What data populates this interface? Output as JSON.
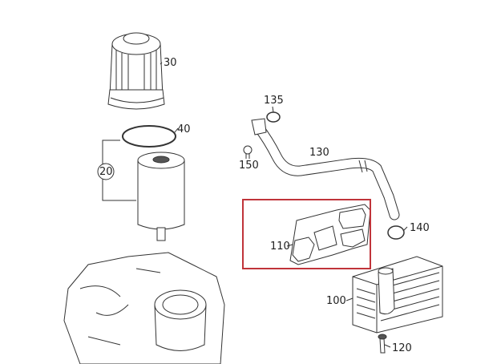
{
  "diagram": {
    "parts": [
      {
        "id": "30",
        "name": "filter-housing-cap"
      },
      {
        "id": "40",
        "name": "o-ring"
      },
      {
        "id": "20",
        "name": "oil-filter-kit"
      },
      {
        "id": "135",
        "name": "seal-ring"
      },
      {
        "id": "130",
        "name": "coolant-pipe"
      },
      {
        "id": "150",
        "name": "screw"
      },
      {
        "id": "140",
        "name": "hose-clamp"
      },
      {
        "id": "110",
        "name": "gasket"
      },
      {
        "id": "100",
        "name": "oil-cooler"
      },
      {
        "id": "120",
        "name": "bolt"
      }
    ],
    "highlight_color": "#c0343a"
  }
}
